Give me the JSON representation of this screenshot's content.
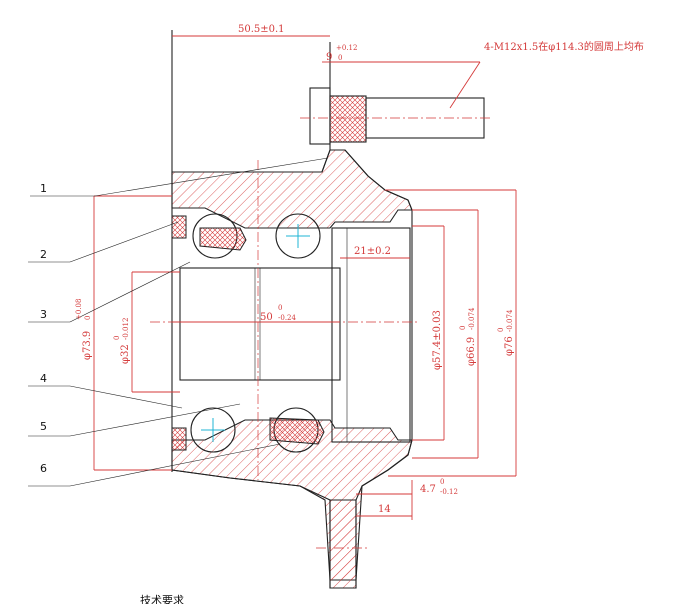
{
  "callouts": [
    "1",
    "2",
    "3",
    "4",
    "5",
    "6"
  ],
  "dimensions": {
    "overall_width": "50.5±0.1",
    "flange_offset": "9",
    "flange_offset_tol_upper": "+0.12",
    "flange_offset_tol_lower": "0",
    "bolt_note": "4-M12x1.5在φ114.3的圆周上均布",
    "seal_width": "21±0.2",
    "bearing_width": "50",
    "bearing_width_tol_upper": "0",
    "bearing_width_tol_lower": "-0.24",
    "outer_dia": "φ73.9",
    "outer_dia_tol_upper": "+0.08",
    "outer_dia_tol_lower": "0",
    "bore_dia": "φ32",
    "bore_dia_tol_upper": "0",
    "bore_dia_tol_lower": "-0.012",
    "pilot_dia": "φ57.4±0.03",
    "spigot_dia": "φ66.9",
    "spigot_dia_tol_upper": "0",
    "spigot_dia_tol_lower": "-0.074",
    "flange_dia": "φ76",
    "flange_dia_tol_upper": "0",
    "flange_dia_tol_lower": "-0.074",
    "step_depth": "4.7",
    "step_depth_tol_upper": "0",
    "step_depth_tol_lower": "-0.12",
    "flange_thickness": "14"
  },
  "footer_text": "技术要求",
  "colors": {
    "dimension": "#d43a3a",
    "outline": "#222222",
    "ball_center": "#1fb4d4"
  }
}
